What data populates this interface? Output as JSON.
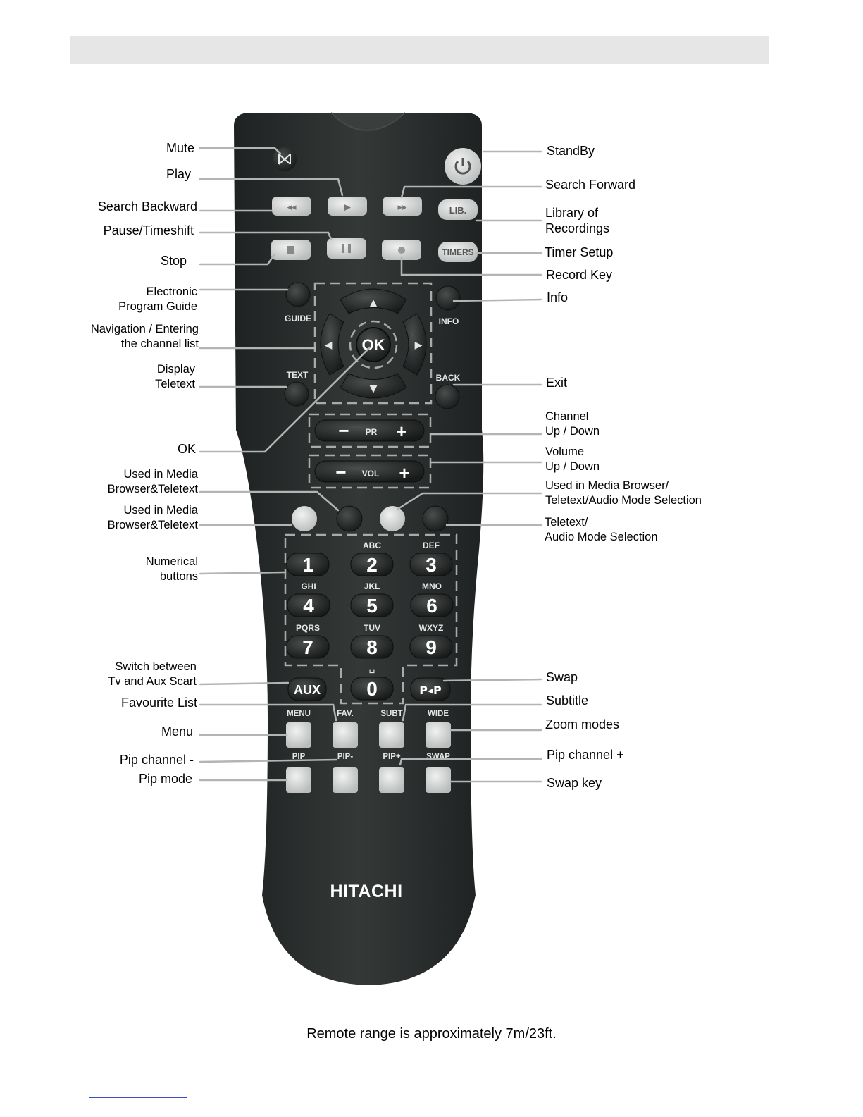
{
  "remote": {
    "brand": "HITACHI",
    "body_color": "#2b2e2d",
    "button_color": "#d7d9d8",
    "dark_button_color": "#1e2121",
    "transport": {
      "lib": "LIB.",
      "timers": "TIMERS"
    },
    "side_labels": {
      "guide": "GUIDE",
      "info": "INFO",
      "text": "TEXT",
      "back": "BACK"
    },
    "ok": "OK",
    "pr": "PR",
    "vol": "VOL",
    "numpad": [
      {
        "digit": "1",
        "letters": ""
      },
      {
        "digit": "2",
        "letters": "ABC"
      },
      {
        "digit": "3",
        "letters": "DEF"
      },
      {
        "digit": "4",
        "letters": "GHI"
      },
      {
        "digit": "5",
        "letters": "JKL"
      },
      {
        "digit": "6",
        "letters": "MNO"
      },
      {
        "digit": "7",
        "letters": "PQRS"
      },
      {
        "digit": "8",
        "letters": "TUV"
      },
      {
        "digit": "9",
        "letters": "WXYZ"
      },
      {
        "digit": "0",
        "letters": ""
      }
    ],
    "aux": "AUX",
    "swap_pp": "P◂P",
    "row_labels_1": [
      "MENU",
      "FAV.",
      "SUBT",
      "WIDE"
    ],
    "row_labels_2": [
      "PIP",
      "PIP-",
      "PIP+",
      "SWAP"
    ]
  },
  "callouts_left": [
    {
      "text": "Mute"
    },
    {
      "text": "Play"
    },
    {
      "text": "Search Backward"
    },
    {
      "text": "Pause/Timeshift"
    },
    {
      "text": "Stop"
    },
    {
      "text": "Electronic\nProgram Guide"
    },
    {
      "text": "Navigation / Entering\nthe channel list"
    },
    {
      "text": "Display\nTeletext"
    },
    {
      "text": "OK"
    },
    {
      "text": "Used in Media\nBrowser&Teletext"
    },
    {
      "text": "Used in Media\nBrowser&Teletext"
    },
    {
      "text": "Numerical\nbuttons"
    },
    {
      "text": "Switch between\nTv and Aux Scart"
    },
    {
      "text": "Favourite List"
    },
    {
      "text": "Menu"
    },
    {
      "text": "Pip channel -"
    },
    {
      "text": "Pip mode"
    }
  ],
  "callouts_right": [
    {
      "text": "StandBy"
    },
    {
      "text": "Search Forward"
    },
    {
      "text": "Library of\nRecordings"
    },
    {
      "text": "Timer Setup"
    },
    {
      "text": "Record Key"
    },
    {
      "text": "Info"
    },
    {
      "text": "Exit"
    },
    {
      "text": "Channel\nUp / Down"
    },
    {
      "text": "Volume\nUp / Down"
    },
    {
      "text": "Used in Media Browser/\nTeletext/Audio Mode Selection"
    },
    {
      "text": "Teletext/\nAudio Mode Selection"
    },
    {
      "text": "Swap"
    },
    {
      "text": "Subtitle"
    },
    {
      "text": "Zoom modes"
    },
    {
      "text": "Pip channel +"
    },
    {
      "text": "Swap key"
    }
  ],
  "footer": {
    "note": "Remote range is approximately 7m/23ft."
  }
}
